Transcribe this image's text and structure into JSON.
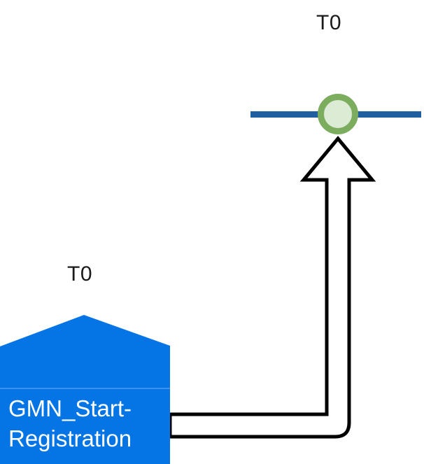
{
  "diagram": {
    "type": "petri-net-fragment",
    "background_color": "#ffffff",
    "transition": {
      "label": "T0",
      "shape": "pentagon-house",
      "fill_color": "#0575E6",
      "text": "GMN_Start-Registration",
      "text_color": "#ffffff"
    },
    "place": {
      "label": "T0",
      "shape": "circle",
      "ring_color": "#7CAD5E",
      "fill_color": "#DCEBD4"
    },
    "bar": {
      "color": "#1F5FA0",
      "orientation": "horizontal"
    },
    "arrow": {
      "direction": "up",
      "style": "block-arrow-outline",
      "stroke_color": "#000000",
      "fill_color": "#ffffff"
    }
  }
}
